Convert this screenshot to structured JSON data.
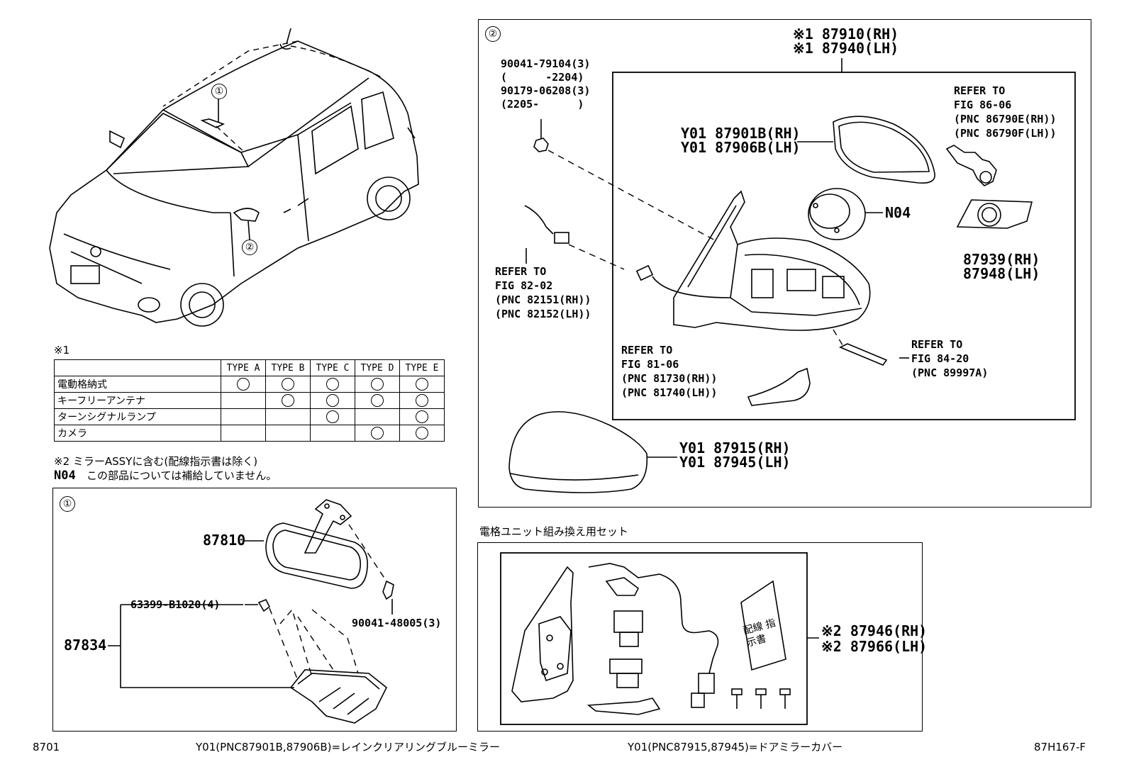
{
  "markers": {
    "circle1": "①",
    "circle2": "②"
  },
  "note_ref": "※1",
  "table": {
    "headers": [
      "TYPE A",
      "TYPE B",
      "TYPE C",
      "TYPE D",
      "TYPE E"
    ],
    "rows": [
      {
        "label": "電動格納式",
        "marks": [
          true,
          true,
          true,
          true,
          true
        ]
      },
      {
        "label": "キーフリーアンテナ",
        "marks": [
          false,
          true,
          true,
          true,
          true
        ]
      },
      {
        "label": "ターンシグナルランプ",
        "marks": [
          false,
          false,
          true,
          false,
          true
        ]
      },
      {
        "label": "カメラ",
        "marks": [
          false,
          false,
          false,
          true,
          true
        ]
      }
    ],
    "mark_symbol": "○"
  },
  "notes": {
    "note2": "※2 ミラーASSYに含む(配線指示書は除く)",
    "n04_code": "N04",
    "n04_text": "この部品については補給していません。"
  },
  "panel2": {
    "top_label_1": "※1 87910(RH)",
    "top_label_2": "※1 87940(LH)",
    "bolt_1": "90041-79104(3)",
    "bolt_1_range": "(      -2204)",
    "bolt_2": "90179-06208(3)",
    "bolt_2_range": "(2205-      )",
    "glass_rh": "Y01 87901B(RH)",
    "glass_lh": "Y01 87906B(LH)",
    "refer_86_1": "REFER TO",
    "refer_86_2": "FIG 86-06",
    "refer_86_3": "(PNC 86790E(RH))",
    "refer_86_4": "(PNC 86790F(LH))",
    "n04": "N04",
    "part_87939": "87939(RH)",
    "part_87948": "87948(LH)",
    "refer_82_1": "REFER TO",
    "refer_82_2": "FIG 82-02",
    "refer_82_3": "(PNC 82151(RH))",
    "refer_82_4": "(PNC 82152(LH))",
    "refer_81_1": "REFER TO",
    "refer_81_2": "FIG 81-06",
    "refer_81_3": "(PNC 81730(RH))",
    "refer_81_4": "(PNC 81740(LH))",
    "refer_84_1": "REFER TO",
    "refer_84_2": "FIG 84-20",
    "refer_84_3": "(PNC 89997A)",
    "cover_rh": "Y01 87915(RH)",
    "cover_lh": "Y01 87945(LH)"
  },
  "panel1": {
    "mirror": "87810",
    "screw": "90041-48005(3)",
    "clip": "63399-B1020(4)",
    "cover": "87834"
  },
  "set_panel": {
    "title": "電格ユニット組み換え用セット",
    "sheet_text": "配線 指示書",
    "part_rh": "※2 87946(RH)",
    "part_lh": "※2 87966(LH)"
  },
  "footer": {
    "left": "8701",
    "note_a": "Y01(PNC87901B,87906B)=レインクリアリングブルーミラー",
    "note_b": "Y01(PNC87915,87945)=ドアミラーカバー",
    "right": "87H167-F"
  }
}
